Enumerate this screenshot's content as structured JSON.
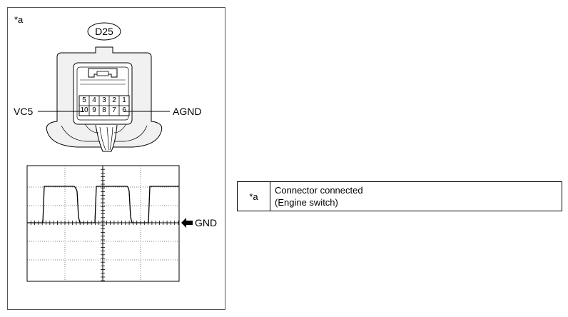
{
  "callout": "*a",
  "connector": {
    "id": "D25",
    "pins_top": [
      "5",
      "4",
      "3",
      "2",
      "1"
    ],
    "pins_bottom": [
      "10",
      "9",
      "8",
      "7",
      "6"
    ],
    "left_label": "VC5",
    "right_label": "AGND"
  },
  "scope": {
    "gnd_label": "GND"
  },
  "legend": {
    "key": "*a",
    "line1": "Connector connected",
    "line2": "(Engine switch)"
  }
}
